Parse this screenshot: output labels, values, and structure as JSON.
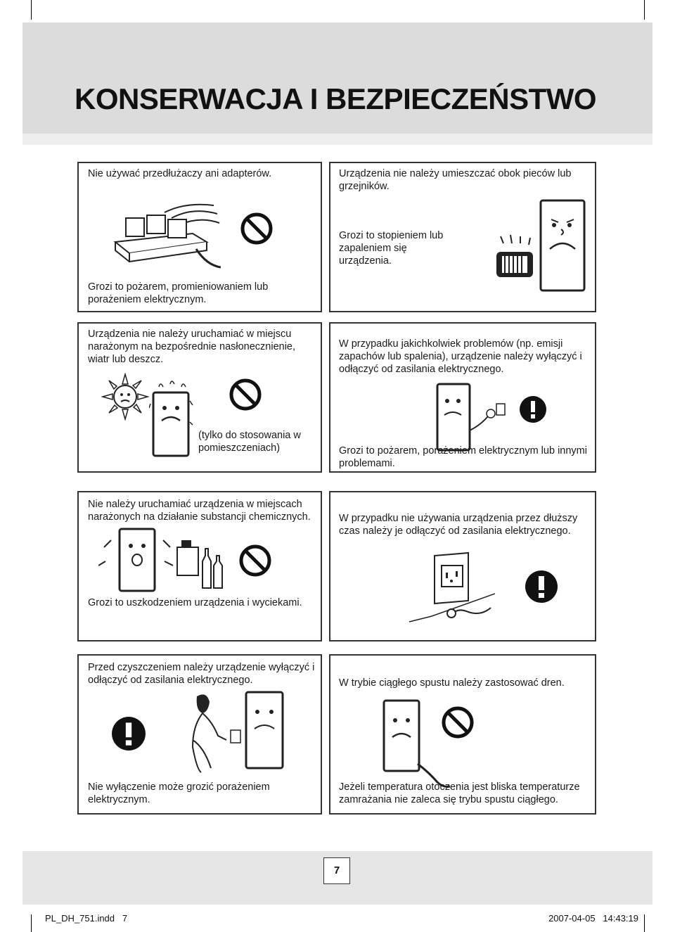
{
  "title": "KONSERWACJA I BEZPIECZEŃSTWO",
  "colors": {
    "header_bg": "#dcdcdc",
    "footer_bg": "#e6e6e6",
    "border": "#333333"
  },
  "panels": {
    "p1": {
      "top": "Nie używać przedłużaczy ani adapterów.",
      "bottom": "Grozi to pożarem, promieniowaniem lub porażeniem elektrycznym.",
      "symbol": "prohibition-icon"
    },
    "p2": {
      "top": "Urządzenia nie należy umieszczać obok pieców lub grzejników.",
      "middle": "Grozi to stopieniem lub zapaleniem się urządzenia.",
      "symbol": "none"
    },
    "p3": {
      "top": "Urządzenia nie należy uruchamiać w miejscu narażonym na bezpośrednie nasłonecznienie, wiatr lub deszcz.",
      "note": "(tylko do stosowania w pomieszczeniach)",
      "symbol": "prohibition-icon"
    },
    "p4": {
      "top": "W przypadku jakichkolwiek problemów (np. emisji zapachów lub spalenia), urządzenie należy wyłączyć i odłączyć od zasilania elektrycznego.",
      "bottom": "Grozi to pożarem, porażeniem elektrycznym lub innymi problemami.",
      "symbol": "warning-icon"
    },
    "p5": {
      "top": "Nie należy uruchamiać urządzenia w miejscach narażonych na działanie substancji chemicznych.",
      "bottom": "Grozi to uszkodzeniem urządzenia i wyciekami.",
      "symbol": "prohibition-icon"
    },
    "p6": {
      "top": "W przypadku nie używania urządzenia przez dłuższy czas należy je odłączyć od zasilania elektrycznego.",
      "symbol": "warning-icon"
    },
    "p7": {
      "top": "Przed czyszczeniem należy urządzenie wyłączyć i odłączyć od zasilania elektrycznego.",
      "bottom": "Nie wyłączenie może grozić porażeniem elektrycznym.",
      "symbol": "warning-icon"
    },
    "p8": {
      "top": "W trybie ciągłego spustu należy zastosować dren.",
      "bottom": "Jeżeli temperatura otoczenia jest bliska temperaturze zamrażania nie zaleca się trybu spustu ciągłego.",
      "symbol": "prohibition-icon"
    }
  },
  "page_number": "7",
  "slug": {
    "file": "PL_DH_751.indd   7",
    "datetime": "2007-04-05   14:43:19"
  }
}
